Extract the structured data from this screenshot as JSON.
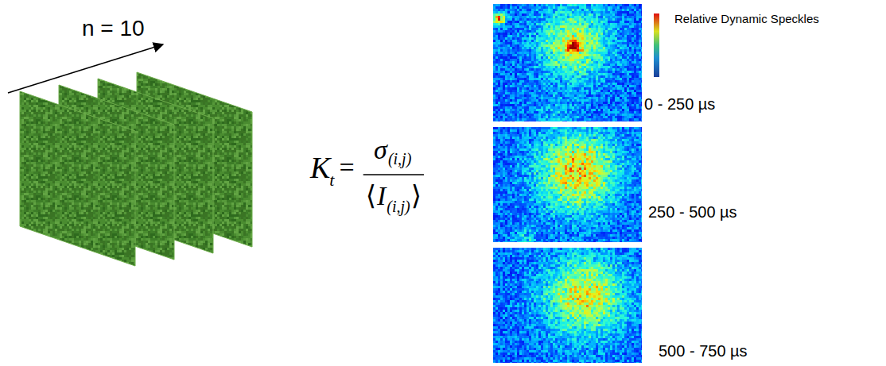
{
  "diagram": {
    "labels": [
      "n = 10",
      "K",
      "t",
      "=",
      "σ",
      "(i,j)",
      "⟨",
      "I",
      "(i,j)",
      "⟩",
      "0 - 250 µs",
      "250 - 500 µs",
      "500 - 750 µs"
    ],
    "legend": [
      {
        "text": "Relative Dynamic Speckles"
      }
    ]
  }
}
